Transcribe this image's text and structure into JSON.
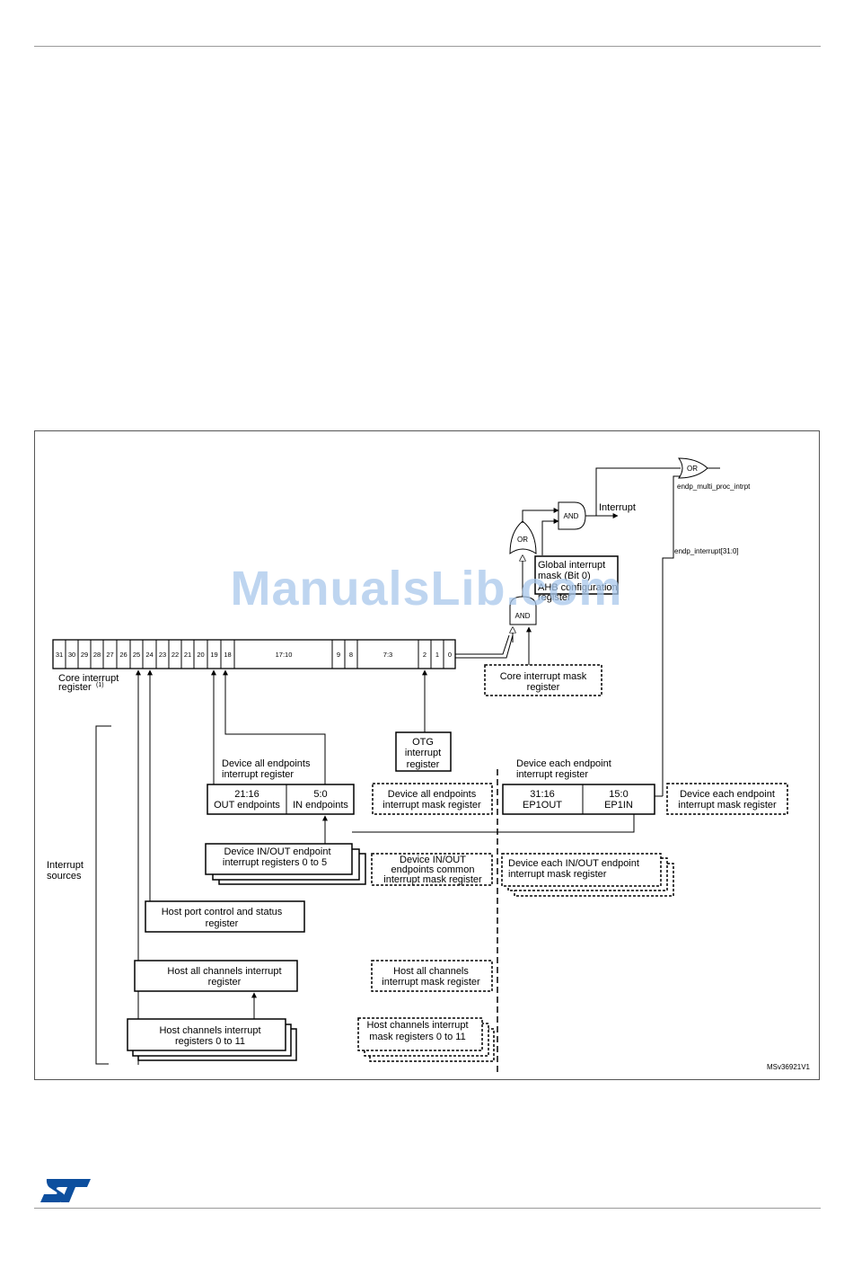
{
  "watermark": "ManualsLib.com",
  "colors": {
    "brand": "#0d4f9e",
    "watermark": "#a9c8ec"
  },
  "diagram": {
    "bits": [
      "31",
      "30",
      "29",
      "28",
      "27",
      "26",
      "25",
      "24",
      "23",
      "22",
      "21",
      "20",
      "19",
      "18",
      "17:10",
      "9",
      "8",
      "7:3",
      "2",
      "1",
      "0"
    ],
    "core_reg_label_1": "Core interrupt",
    "core_reg_label_2": "register",
    "core_reg_sup": "(1)",
    "gates": {
      "or_top": "OR",
      "and_top": "AND",
      "or_mid": "OR",
      "and_mid": "AND"
    },
    "interrupt_label": "Interrupt",
    "endp_multi_proc_intrpt": "endp_multi_proc_intrpt",
    "endp_interrupt": "endp_interrupt[31:0]",
    "global_mask": [
      "Global interrupt",
      "mask (Bit 0)",
      "AHB configuration",
      "register"
    ],
    "core_mask": [
      "Core interrupt mask",
      "register"
    ],
    "otg": [
      "OTG",
      "interrupt",
      "register"
    ],
    "dev_all_ep": [
      "Device all endpoints",
      "interrupt register"
    ],
    "dev_all_ep_out": [
      "21:16",
      "OUT endpoints"
    ],
    "dev_all_ep_in": [
      "5:0",
      "IN endpoints"
    ],
    "dev_all_ep_mask": [
      "Device all endpoints",
      "interrupt mask register"
    ],
    "dev_each_ep": [
      "Device each endpoint",
      "interrupt register"
    ],
    "ep1out": [
      "31:16",
      "EP1OUT"
    ],
    "ep1in": [
      "15:0",
      "EP1IN"
    ],
    "dev_each_ep_mask": [
      "Device each endpoint",
      "interrupt mask register"
    ],
    "dev_inout_ep": [
      "Device IN/OUT endpoint",
      "interrupt registers 0 to 5"
    ],
    "dev_inout_common": [
      "Device IN/OUT",
      "endpoints common",
      "interrupt mask register"
    ],
    "dev_each_inout_mask": [
      "Device each IN/OUT endpoint",
      "interrupt mask register"
    ],
    "interrupt_sources": [
      "Interrupt",
      "sources"
    ],
    "host_port": [
      "Host port control and status",
      "register"
    ],
    "host_all_ch": [
      "Host all channels interrupt",
      "register"
    ],
    "host_all_ch_mask": [
      "Host all channels",
      "interrupt mask register"
    ],
    "host_ch": [
      "Host channels interrupt",
      "registers 0 to 11"
    ],
    "host_ch_mask": [
      "Host channels interrupt",
      "mask registers 0 to 11"
    ],
    "figure_id": "MSv36921V1"
  }
}
